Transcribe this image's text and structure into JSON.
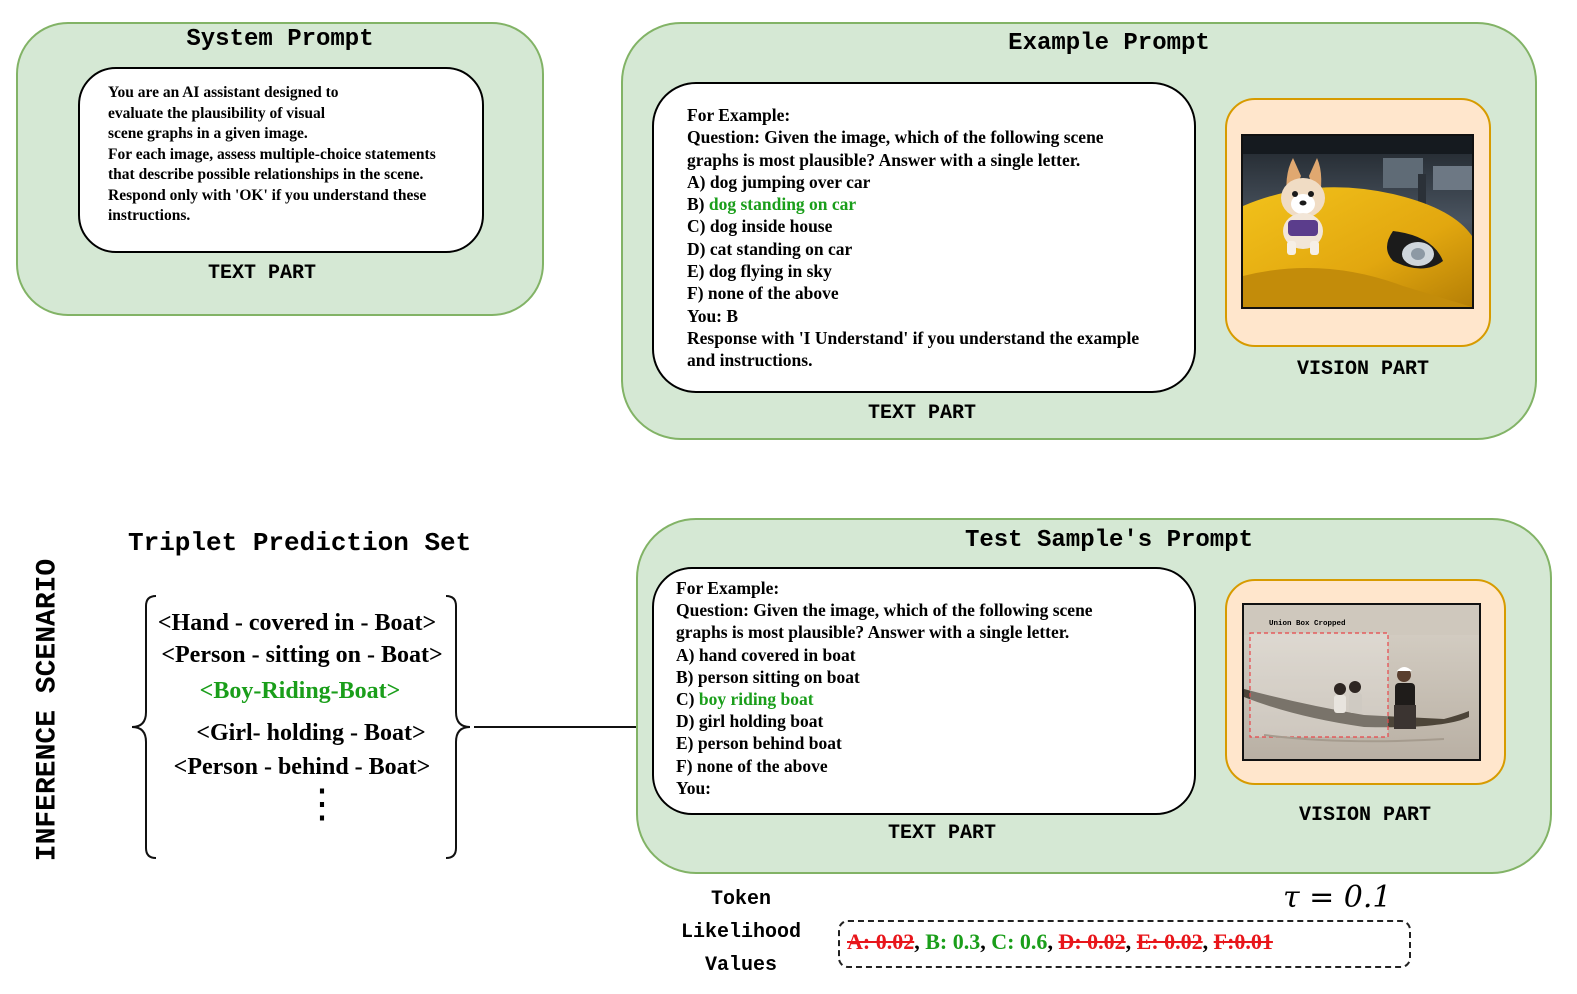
{
  "system_prompt": {
    "title": "System Prompt",
    "lines": [
      "You are an AI assistant designed to",
      "evaluate the plausibility of visual",
      "scene graphs in a given image.",
      "For each image, assess multiple-choice statements",
      "that describe possible relationships in the scene.",
      "Respond only with 'OK' if you understand these",
      "instructions."
    ],
    "part_label": "TEXT PART"
  },
  "example_prompt": {
    "title": "Example Prompt",
    "intro": "For Example:",
    "question_1": "Question: Given the image, which of the following scene",
    "question_2": "graphs is most plausible? Answer with a single letter.",
    "option_a": "A) dog jumping over car",
    "option_b_prefix": "B) ",
    "option_b_text": "dog standing on car",
    "option_c": "C) dog inside house",
    "option_d": "D) cat standing on car",
    "option_e": "E) dog flying in sky",
    "option_f": "F) none of the above",
    "you": "You: B",
    "response_1": "Response with 'I Understand' if you understand the example",
    "response_2": "and instructions.",
    "text_part_label": "TEXT PART",
    "vision_part_label": "VISION PART"
  },
  "inference": {
    "side_label": "INFERENCE SCENARIO",
    "set_title": "Triplet Prediction Set",
    "triplets": [
      "<Hand - covered in - Boat>",
      "<Person - sitting on - Boat>",
      "<Boy-Riding-Boat>",
      "<Girl- holding - Boat>",
      "<Person - behind - Boat>"
    ],
    "ellipsis": "⋮"
  },
  "test_prompt": {
    "title": "Test Sample's Prompt",
    "intro": "For Example:",
    "question_1": "Question: Given the image, which of the following scene",
    "question_2": "graphs is most plausible? Answer with a single letter.",
    "option_a": "A) hand covered in boat",
    "option_b": "B) person sitting on boat",
    "option_c_prefix": "C) ",
    "option_c_text": "boy riding boat",
    "option_d": "D) girl holding boat",
    "option_e": "E) person behind boat",
    "option_f": "F) none of the above",
    "you": "You:",
    "text_part_label": "TEXT PART",
    "vision_part_label": "VISION PART",
    "image_caption": "Union Box Cropped"
  },
  "likelihood": {
    "label_1": "Token",
    "label_2": "Likelihood",
    "label_3": "Values",
    "tau": "τ = 0.1",
    "a": "A: 0.02",
    "b": "B: 0.3",
    "c": "C: 0.6",
    "d": "D: 0.02",
    "e": "E: 0.02",
    "f": "F:0.01",
    "sep": ", "
  },
  "colors": {
    "panel_fill": "#d5e8d4",
    "panel_border": "#82b366",
    "vision_fill": "#ffe6cc",
    "vision_border": "#d79b00",
    "highlight_green": "#1a9e1a",
    "strike_red": "#e8161b"
  }
}
